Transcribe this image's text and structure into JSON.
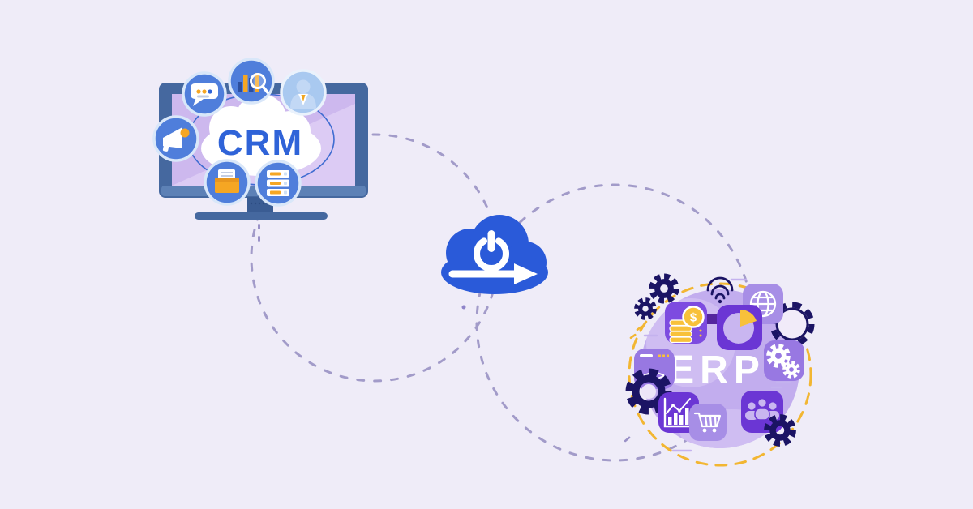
{
  "illustration": {
    "name": "crm-erp-cloud-integration",
    "background_color": "#efecf8",
    "connector_dash_color": "#a29bc9",
    "crm": {
      "label": "CRM",
      "label_color": "#2f63d8",
      "device": "desktop-monitor",
      "icons": [
        "chat-messages",
        "analytics-magnifier",
        "user-profile",
        "megaphone-marketing",
        "documents-folder",
        "database-servers"
      ]
    },
    "cloud_connector": {
      "icon": "cloud-power-sync-arrow",
      "color": "#2a5ad9"
    },
    "erp": {
      "label": "ERP",
      "label_color": "#ffffff",
      "code_glyph": "</>",
      "currency_glyph": "$",
      "accent_dash_color": "#f2b632",
      "icons": [
        "coins-finance",
        "pie-chart",
        "globe-network",
        "gears-automation",
        "team-people",
        "shopping-cart",
        "growth-bar-chart",
        "code-terminal",
        "wifi-signal",
        "navy-gears"
      ]
    },
    "palette": {
      "monitor_frame": "#45689f",
      "monitor_bezel": "#5d81b6",
      "monitor_stand": "#3a5c93",
      "screen": "#cdb8ee",
      "screen_light": "#dccbf4",
      "icon_blue": "#4f7edb",
      "icon_ring": "#d9e7f9",
      "orange": "#f5a623",
      "yellow": "#f8c13a",
      "navy": "#1b1464",
      "erp_circle": "#c2adee",
      "erp_circle_light": "#cfbdf2",
      "square_dark": "#6b36d4",
      "square_mid": "#7d4be0",
      "square_soft": "#9878e2",
      "square_light": "#a78ee6",
      "people_glyph": "#c9b6f0"
    }
  }
}
